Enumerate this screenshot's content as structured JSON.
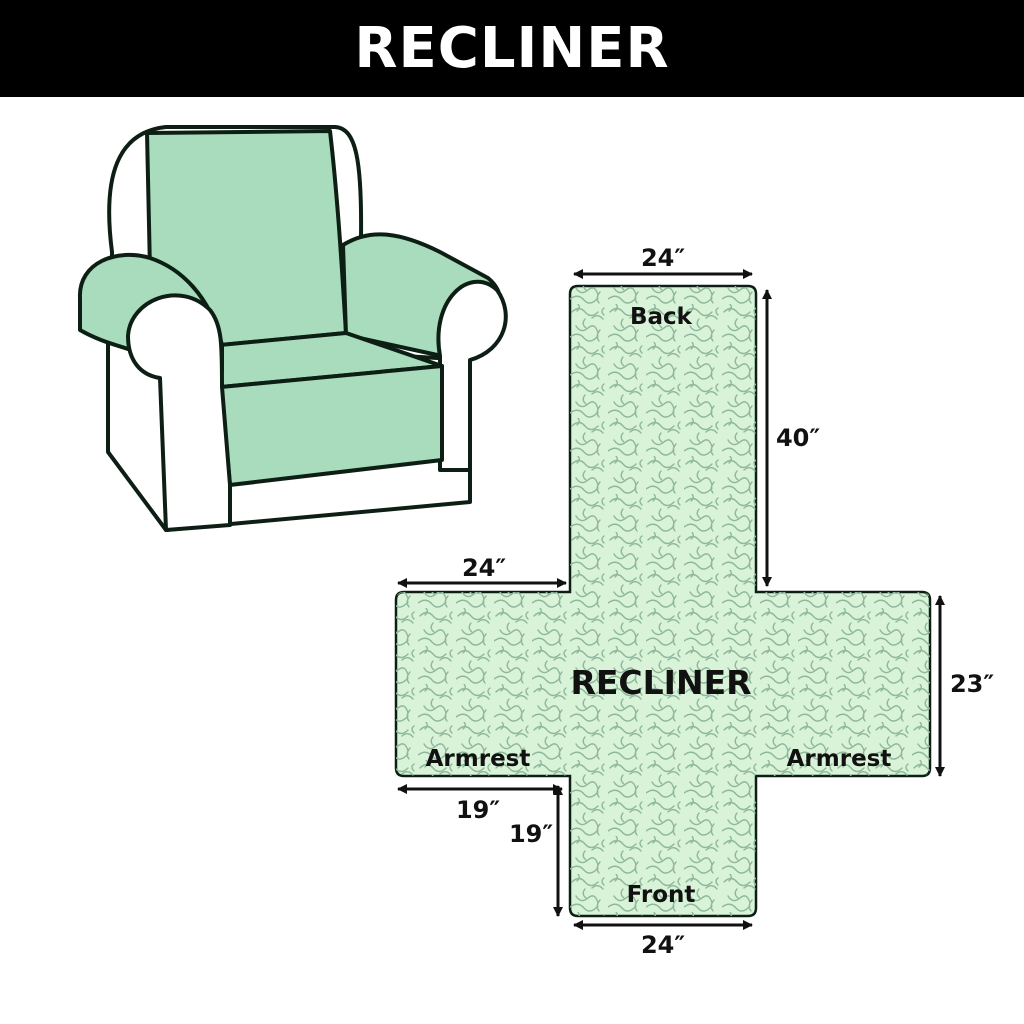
{
  "title": "RECLINER",
  "colors": {
    "title_bar": "#000000",
    "title_text": "#ffffff",
    "fabric_green": "#a8dcbc",
    "cover_green": "#d8f3d8",
    "quilt_line": "#8fb79b",
    "outline": "#0d1f14"
  },
  "cover": {
    "center_label": "RECLINER",
    "sections": {
      "back": "Back",
      "front": "Front",
      "armrest_left": "Armrest",
      "armrest_right": "Armrest"
    },
    "dimensions": {
      "back_width": "24″",
      "back_length": "40″",
      "arm_width": "24″",
      "arm_height": "23″",
      "arm_bottom": "19″",
      "front_side": "19″",
      "front_width": "24″"
    }
  }
}
